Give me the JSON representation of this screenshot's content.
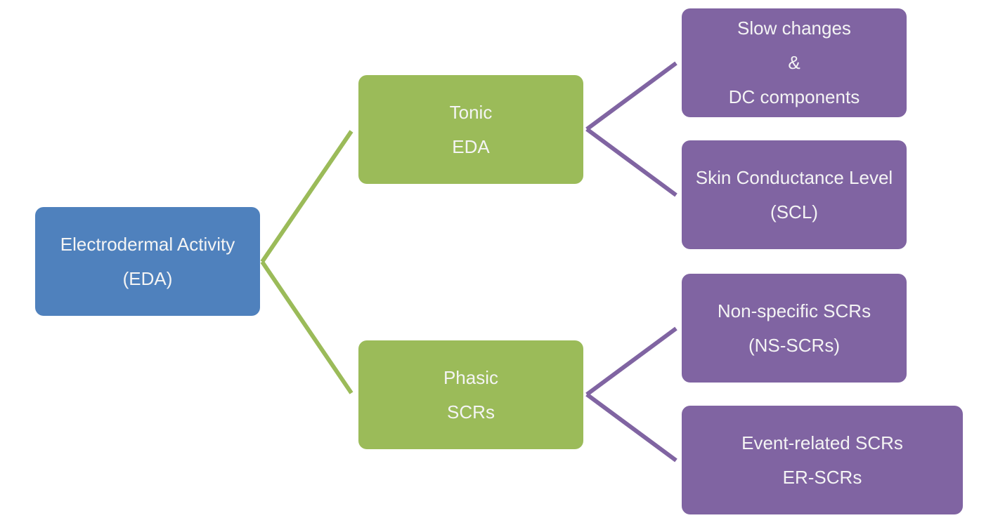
{
  "colors": {
    "root": "#4F81BD",
    "level1": "#9BBB59",
    "level2": "#8064A2",
    "text": "#F4F4F4"
  },
  "root": {
    "lines": [
      "Electrodermal Activity",
      "(EDA)"
    ]
  },
  "branches": [
    {
      "lines": [
        "Tonic",
        "EDA"
      ],
      "children": [
        {
          "lines": [
            "Slow changes",
            "&",
            "DC components"
          ]
        },
        {
          "lines": [
            "Skin Conductance Level",
            "(SCL)"
          ]
        }
      ]
    },
    {
      "lines": [
        "Phasic",
        "SCRs"
      ],
      "children": [
        {
          "lines": [
            "Non-specific SCRs",
            "(NS-SCRs)"
          ]
        },
        {
          "lines": [
            "Event-related SCRs",
            "ER-SCRs"
          ]
        }
      ]
    }
  ]
}
